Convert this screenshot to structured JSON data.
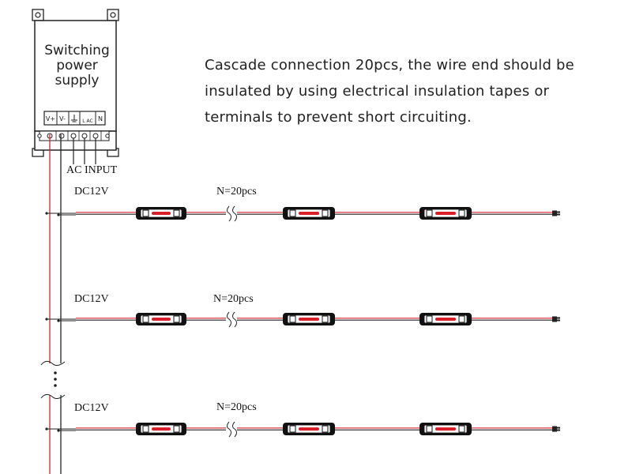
{
  "power_supply": {
    "title_lines": [
      "Switching",
      "power",
      "supply"
    ],
    "terminal_labels": [
      "V+",
      "V-",
      "L",
      "N"
    ],
    "ac_terminal_label": "L AC"
  },
  "note_lines": [
    "Cascade connection 20pcs, the wire end should be",
    "insulated by using electrical insulation tapes or",
    "terminals to prevent short circuiting."
  ],
  "ac_input_label": "AC INPUT",
  "branches": [
    {
      "voltage_label": "DC12V",
      "count_label": "N=20pcs"
    },
    {
      "voltage_label": "DC12V",
      "count_label": "N=20pcs"
    },
    {
      "voltage_label": "DC12V",
      "count_label": "N=20pcs"
    }
  ],
  "colors": {
    "positive_wire": "#d9202a",
    "negative_wire": "#222222",
    "module_body": "#111111",
    "module_lens": "#d9202a"
  },
  "icons": [
    "ellipsis-vertical-icon",
    "wire-break-icon",
    "connector-icon"
  ]
}
